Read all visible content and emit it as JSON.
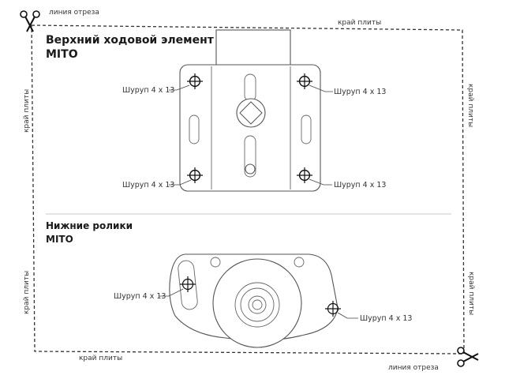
{
  "labels": {
    "cut_line": "линия отреза",
    "plate_edge": "край плиты",
    "screw": "Шуруп 4 х 13"
  },
  "top_section": {
    "title": "Верхний ходовой элемент",
    "model": "MITO"
  },
  "bottom_section": {
    "title": "Нижние ролики",
    "model": "MITO"
  },
  "icons": {
    "cut": "scissors-icon",
    "mark": "crosshair-icon"
  },
  "colors": {
    "line": "#333333",
    "part_stroke": "#555555",
    "divider": "#c8c8c8"
  }
}
